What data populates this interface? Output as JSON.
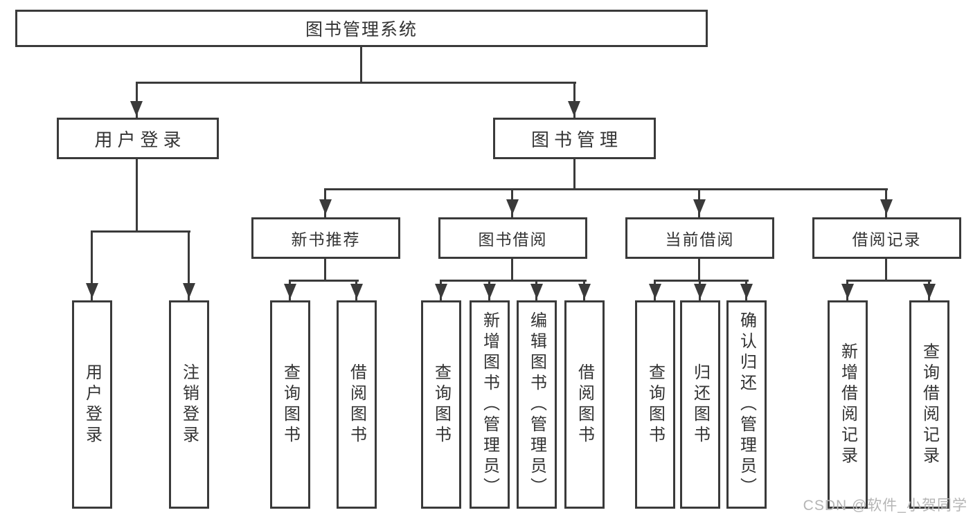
{
  "diagram": {
    "root": {
      "label": "图书管理系统"
    },
    "level2": {
      "user_login": {
        "label": "用户登录"
      },
      "book_management": {
        "label": "图书管理"
      }
    },
    "level3": {
      "new_book_recommendation": {
        "label": "新书推荐"
      },
      "book_borrowing": {
        "label": "图书借阅"
      },
      "current_borrowing": {
        "label": "当前借阅"
      },
      "borrowing_records": {
        "label": "借阅记录"
      }
    },
    "leaves": {
      "user_login": {
        "label": "用户登录"
      },
      "logout": {
        "label": "注销登录"
      },
      "recommend_query_books": {
        "label": "查询图书"
      },
      "recommend_borrow_books": {
        "label": "借阅图书"
      },
      "borrow_query_books": {
        "label": "查询图书"
      },
      "borrow_add_books": {
        "label": "新增图书（管理员）"
      },
      "borrow_edit_books": {
        "label": "编辑图书（管理员）"
      },
      "borrow_borrow_books": {
        "label": "借阅图书"
      },
      "current_query_books": {
        "label": "查询图书"
      },
      "current_return_books": {
        "label": "归还图书"
      },
      "current_confirm_return": {
        "label": "确认归还（管理员）"
      },
      "records_add_record": {
        "label": "新增借阅记录"
      },
      "records_query_record": {
        "label": "查询借阅记录"
      }
    }
  },
  "watermark": "CSDN @软件_小贺同学",
  "colors": {
    "line": "#3a3a3a",
    "text": "#333333",
    "watermark": "#b5b5b5",
    "background": "#ffffff"
  }
}
